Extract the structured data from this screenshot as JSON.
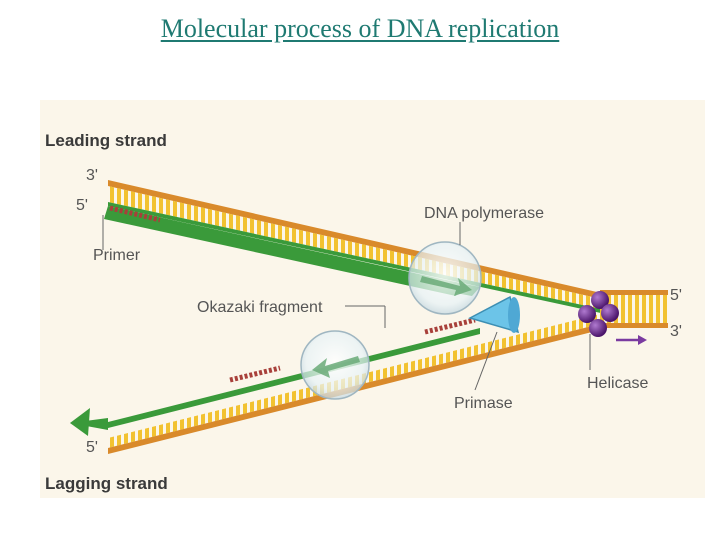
{
  "slide": {
    "title": "Molecular process of DNA replication"
  },
  "diagram": {
    "labels": {
      "leading_strand": "Leading strand",
      "lagging_strand": "Lagging strand",
      "leading_3prime": "3'",
      "leading_5prime": "5'",
      "right_5prime": "5'",
      "right_3prime": "3'",
      "lagging_5prime": "5'",
      "primer": "Primer",
      "dna_polymerase": "DNA polymerase",
      "okazaki_fragment": "Okazaki fragment",
      "helicase": "Helicase",
      "primase": "Primase"
    },
    "colors": {
      "backbone_orange": "#d98a2b",
      "base_yellow": "#f2c230",
      "new_strand_green": "#3a9a3a",
      "primer_red": "#a8403a",
      "helicase_purple": "#6a2a8a",
      "primase_blue": "#6cc4e8",
      "arrow_purple": "#7a3aa0",
      "label_gray": "#555555",
      "heading_dark": "#3a3a3a",
      "background": "#fbf6ea"
    },
    "icons": [
      "helicase-icon",
      "primase-icon",
      "polymerase-icon"
    ]
  }
}
